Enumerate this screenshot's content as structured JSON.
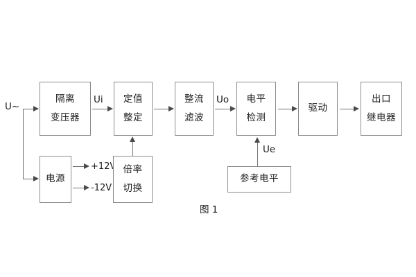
{
  "figure": {
    "caption": "图 1",
    "colors": {
      "box_border": "#8a8a8a",
      "wire": "#6f6f6f",
      "arrow": "#4a4a4a",
      "text": "#1a1a1a",
      "background": "#ffffff"
    }
  },
  "blocks": {
    "isolation_transformer": {
      "line1": "隔离",
      "line2": "变压器"
    },
    "power_supply": {
      "line1": "电源"
    },
    "setting_value": {
      "line1": "定值",
      "line2": "整定"
    },
    "multiplier_switch": {
      "line1": "倍率",
      "line2": "切换"
    },
    "rectify_filter": {
      "line1": "整流",
      "line2": "滤波"
    },
    "level_detect": {
      "line1": "电平",
      "line2": "检测"
    },
    "reference_level": {
      "line1": "参考电平"
    },
    "drive": {
      "line1": "驱动"
    },
    "output_relay": {
      "line1": "出口",
      "line2": "继电器"
    }
  },
  "signal_labels": {
    "input_supply": "U~",
    "ui": "Ui",
    "uo": "Uo",
    "ue": "Ue",
    "rail_positive": "+12V",
    "rail_negative": "-12V"
  }
}
